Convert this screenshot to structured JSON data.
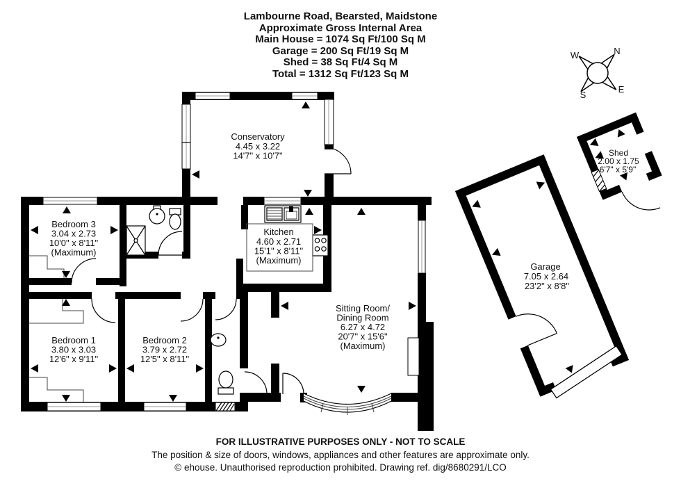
{
  "title": {
    "address": "Lambourne Road, Bearsted, Maidstone",
    "subtitle": "Approximate Gross Internal Area",
    "main_house": "Main House = 1074 Sq Ft/100 Sq M",
    "garage": "Garage = 200 Sq Ft/19 Sq M",
    "shed": "Shed = 38 Sq Ft/4 Sq M",
    "total": "Total = 1312 Sq Ft/123 Sq M"
  },
  "compass": {
    "n": "N",
    "e": "E",
    "s": "S",
    "w": "W"
  },
  "rooms": [
    {
      "id": "conservatory",
      "name": "Conservatory",
      "metric": "4.45 x 3.22",
      "imperial": "14'7\" x 10'7\""
    },
    {
      "id": "kitchen",
      "name": "Kitchen",
      "metric": "4.60 x 2.71",
      "imperial": "15'1\" x 8'11\"",
      "max": "(Maximum)"
    },
    {
      "id": "bedroom3",
      "name": "Bedroom 3",
      "metric": "3.04 x 2.73",
      "imperial": "10'0\" x 8'11\"",
      "max": "(Maximum)"
    },
    {
      "id": "bedroom1",
      "name": "Bedroom 1",
      "metric": "3.80 x 3.03",
      "imperial": "12'6\" x 9'11\""
    },
    {
      "id": "bedroom2",
      "name": "Bedroom 2",
      "metric": "3.79 x 2.72",
      "imperial": "12'5\" x 8'11\""
    },
    {
      "id": "sitting",
      "name": "Sitting Room/",
      "name2": "Dining Room",
      "metric": "6.27 x 4.72",
      "imperial": "20'7\" x 15'6\"",
      "max": "(Maximum)"
    },
    {
      "id": "garage",
      "name": "Garage",
      "metric": "7.05 x 2.64",
      "imperial": "23'2\" x 8'8\""
    },
    {
      "id": "shed",
      "name": "Shed",
      "metric": "2.00 x 1.75",
      "imperial": "6'7\" x 5'9\""
    }
  ],
  "footer": {
    "line1": "FOR ILLUSTRATIVE PURPOSES ONLY - NOT TO SCALE",
    "line2": "The position & size of doors, windows, appliances and other features are approximate only.",
    "line3": "© ehouse. Unauthorised reproduction prohibited. Drawing ref. dig/8680291/LCO"
  },
  "colors": {
    "wall": "#000000",
    "window_line": "#999999",
    "text": "#111111"
  }
}
